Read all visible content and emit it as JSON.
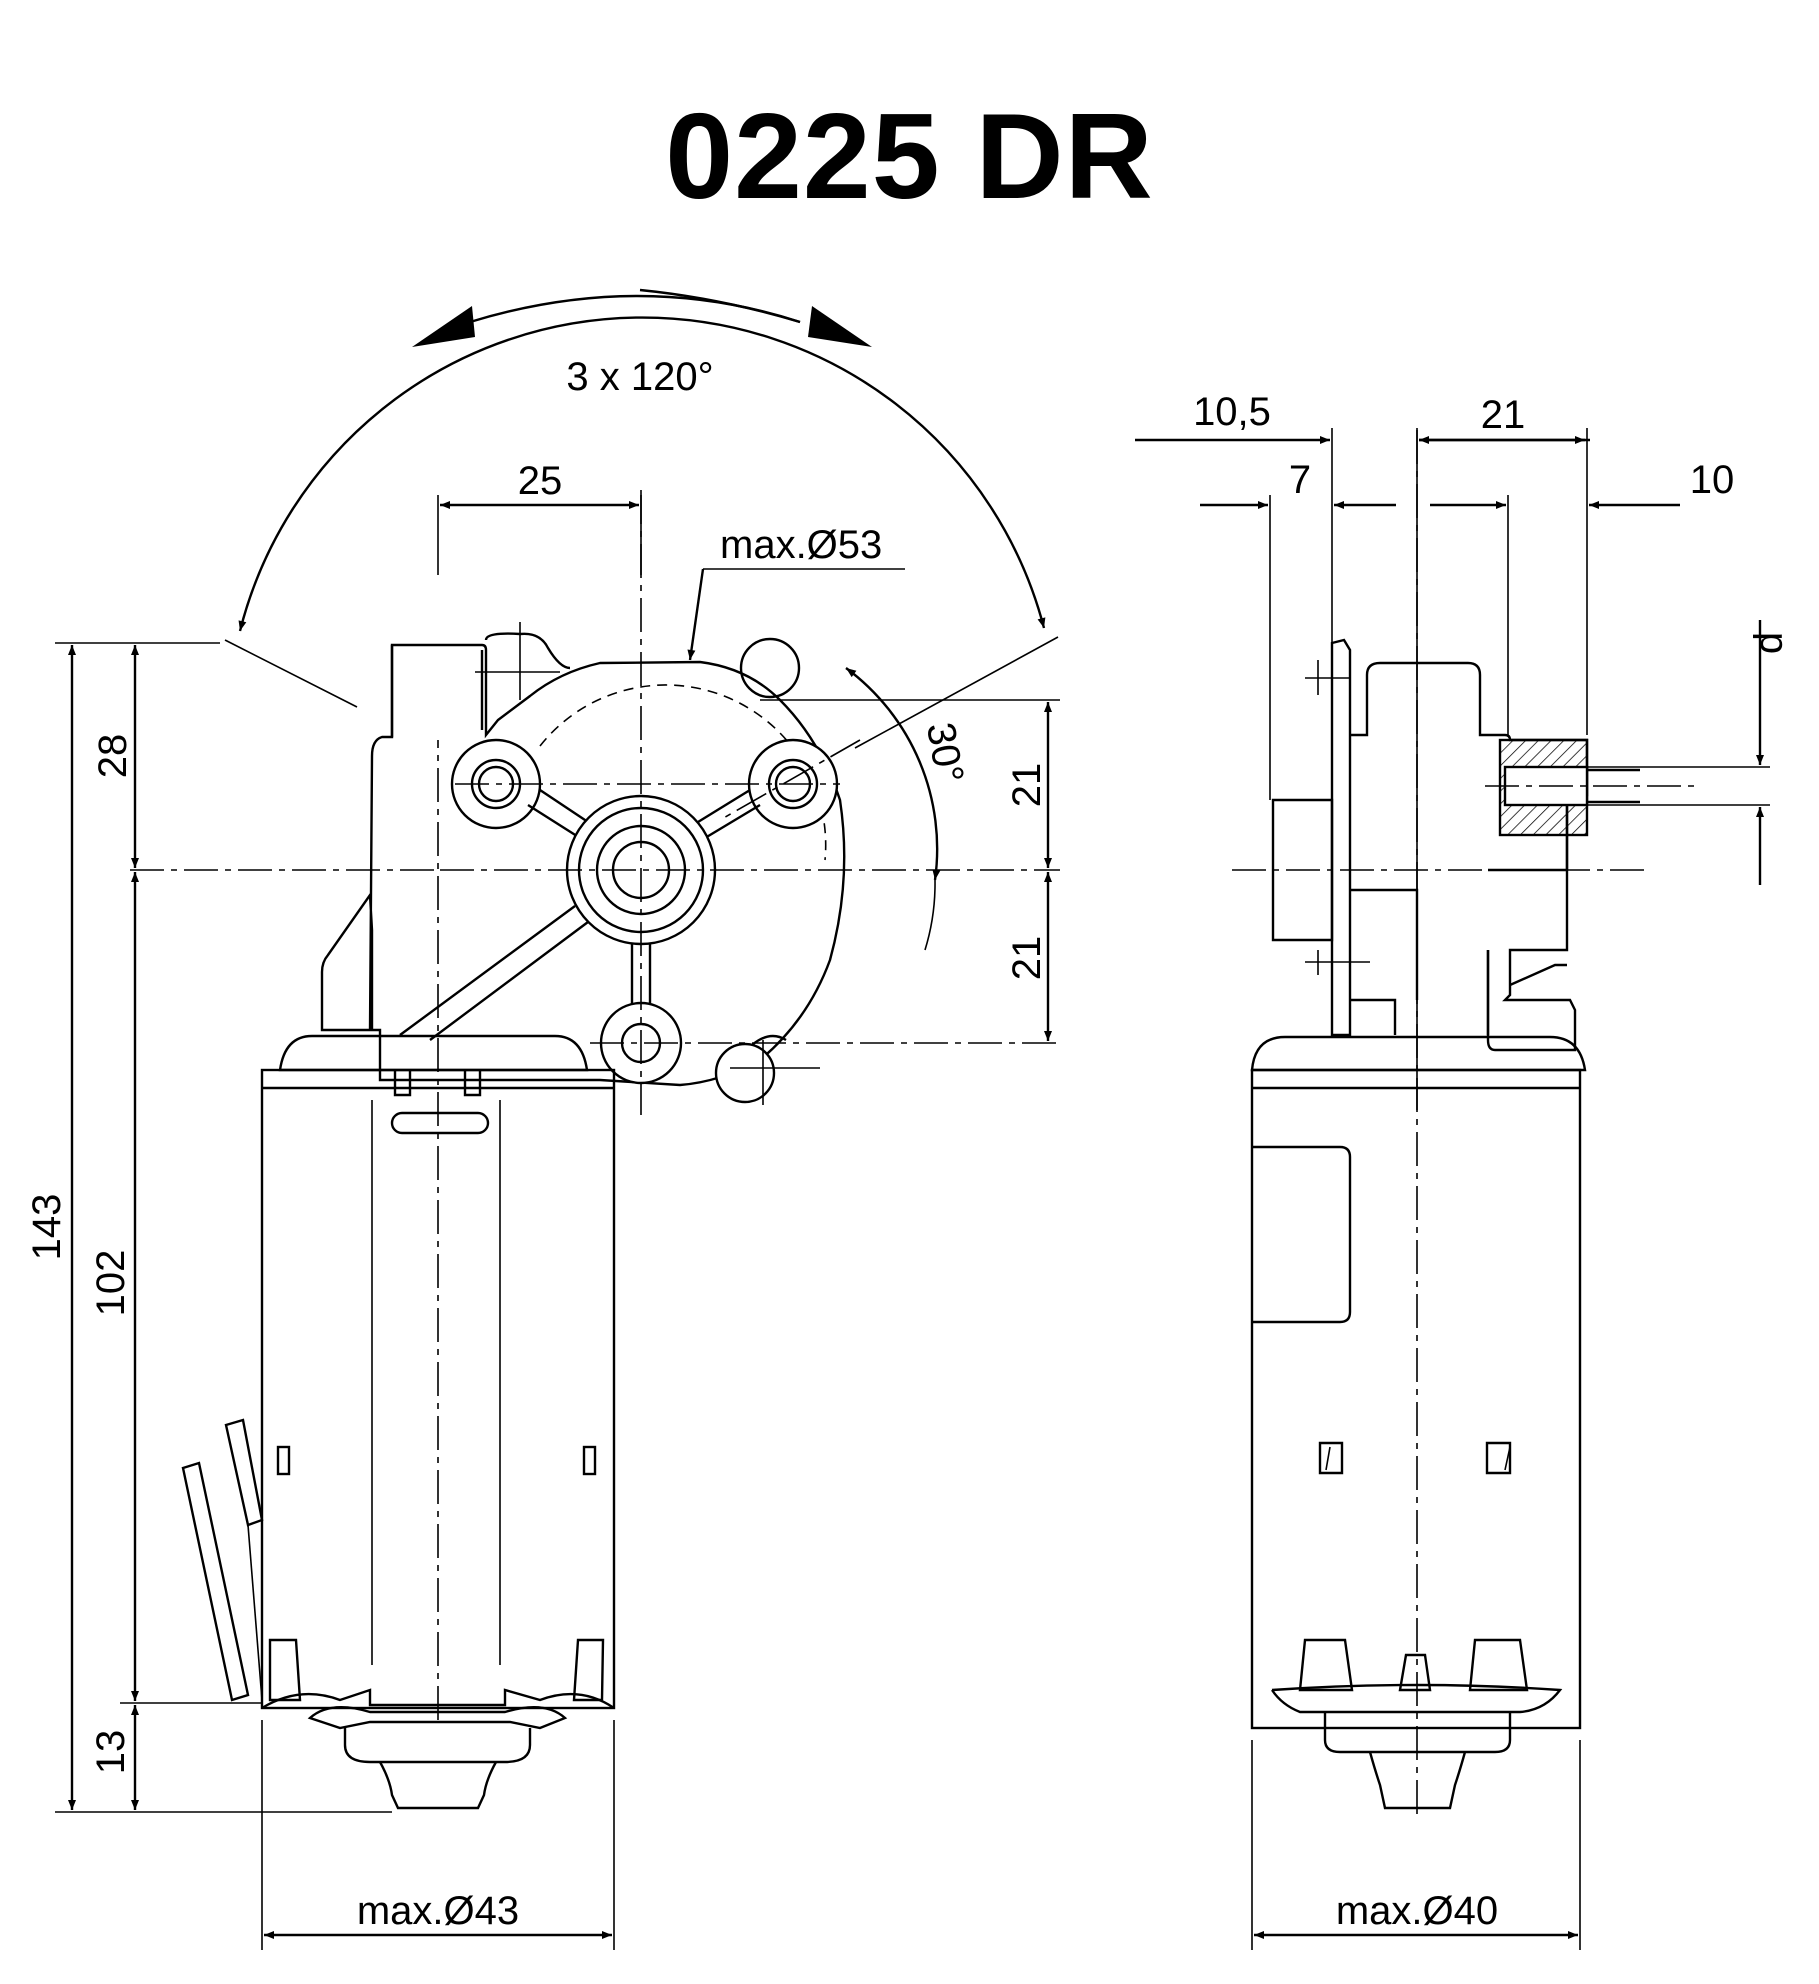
{
  "title": "0225 DR",
  "front_view": {
    "rotation_label": "3 x 120°",
    "offset_label": "25",
    "flange_diameter_label": "max.Ø53",
    "angle_label": "30°",
    "upper_spacing_label": "21",
    "lower_spacing_label": "21",
    "gear_height_label": "28",
    "total_length_label": "143",
    "motor_length_label": "102",
    "end_length_label": "13",
    "motor_diameter_label": "max.Ø43"
  },
  "side_view": {
    "flange_offset_label": "10,5",
    "flange_gap_label": "7",
    "shaft_position_label": "21",
    "shaft_length_label": "10",
    "shaft_diameter_label": "d",
    "motor_diameter_label": "max.Ø40"
  }
}
